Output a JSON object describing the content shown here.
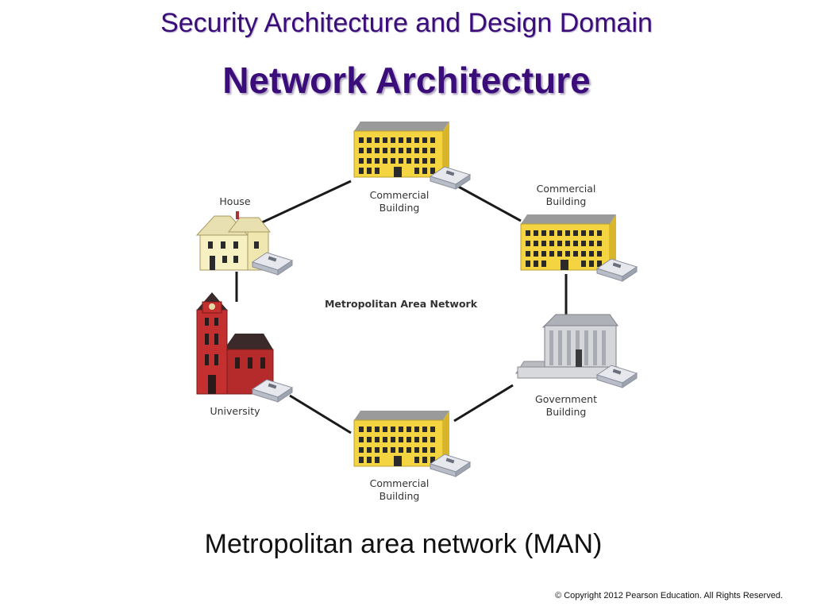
{
  "header": {
    "domain_title": "Security Architecture and Design Domain",
    "slide_title": "Network Architecture"
  },
  "diagram": {
    "center_label": "Metropolitan Area Network",
    "nodes": [
      {
        "id": "commercial-top",
        "label": "Commercial\nBuilding",
        "type": "commercial-building"
      },
      {
        "id": "commercial-right",
        "label": "Commercial\nBuilding",
        "type": "commercial-building"
      },
      {
        "id": "government",
        "label": "Government\nBuilding",
        "type": "government-building"
      },
      {
        "id": "commercial-bottom",
        "label": "Commercial\nBuilding",
        "type": "commercial-building"
      },
      {
        "id": "university",
        "label": "University",
        "type": "university-building"
      },
      {
        "id": "house",
        "label": "House",
        "type": "house"
      }
    ],
    "colors": {
      "building_yellow": "#f5d442",
      "roof_gray": "#8a8a8a",
      "link_line": "#1a1a1a",
      "university_red": "#b52a2a",
      "house_cream": "#f6f0c2",
      "government_gray": "#c9cbcf"
    }
  },
  "footer": {
    "caption": "Metropolitan area network (MAN)",
    "copyright": "© Copyright 2012 Pearson Education. All Rights Reserved."
  }
}
